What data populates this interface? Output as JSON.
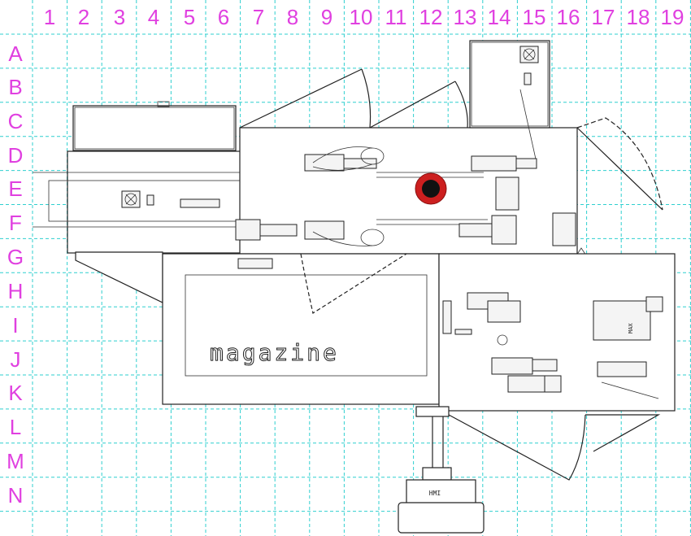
{
  "grid": {
    "columns": [
      "1",
      "2",
      "3",
      "4",
      "5",
      "6",
      "7",
      "8",
      "9",
      "10",
      "11",
      "12",
      "13",
      "14",
      "15",
      "16",
      "17",
      "18",
      "19"
    ],
    "rows": [
      "A",
      "B",
      "C",
      "D",
      "E",
      "F",
      "G",
      "H",
      "I",
      "J",
      "K",
      "L",
      "M",
      "N"
    ]
  },
  "labels": {
    "magazine": "magazine",
    "hmi": "HMI",
    "module_right": "MAX"
  },
  "colors": {
    "grid": "#2fcfcf",
    "grid_labels": "#e040e0",
    "drawing": "#222222",
    "marker_outer": "#cc1f1f",
    "marker_inner": "#111111"
  }
}
